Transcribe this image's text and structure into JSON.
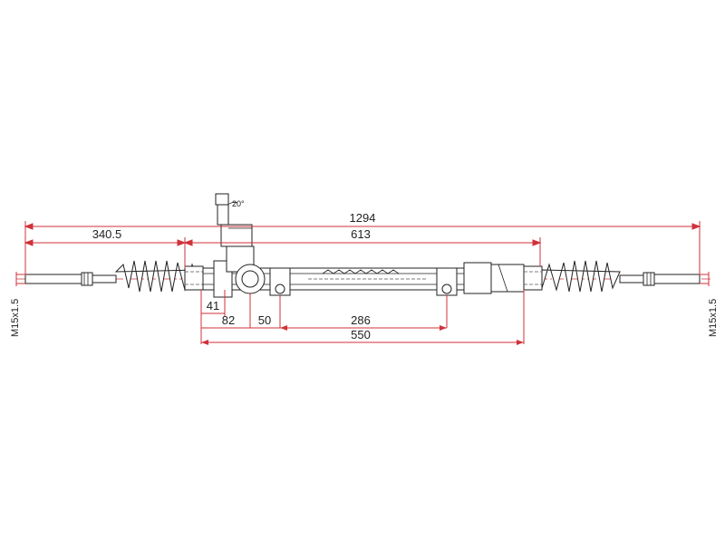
{
  "diagram": {
    "dimensions": {
      "overall_length": "1294",
      "left_offset": "340.5",
      "rack_span": "613",
      "d41": "41",
      "d82": "82",
      "d50": "50",
      "d286": "286",
      "d550": "550"
    },
    "thread_left": "M15x1.5",
    "thread_right": "M15x1.5",
    "pinion_angle": "20°"
  },
  "colors": {
    "dimension_lines": "#d0323a",
    "outline": "#222222"
  }
}
